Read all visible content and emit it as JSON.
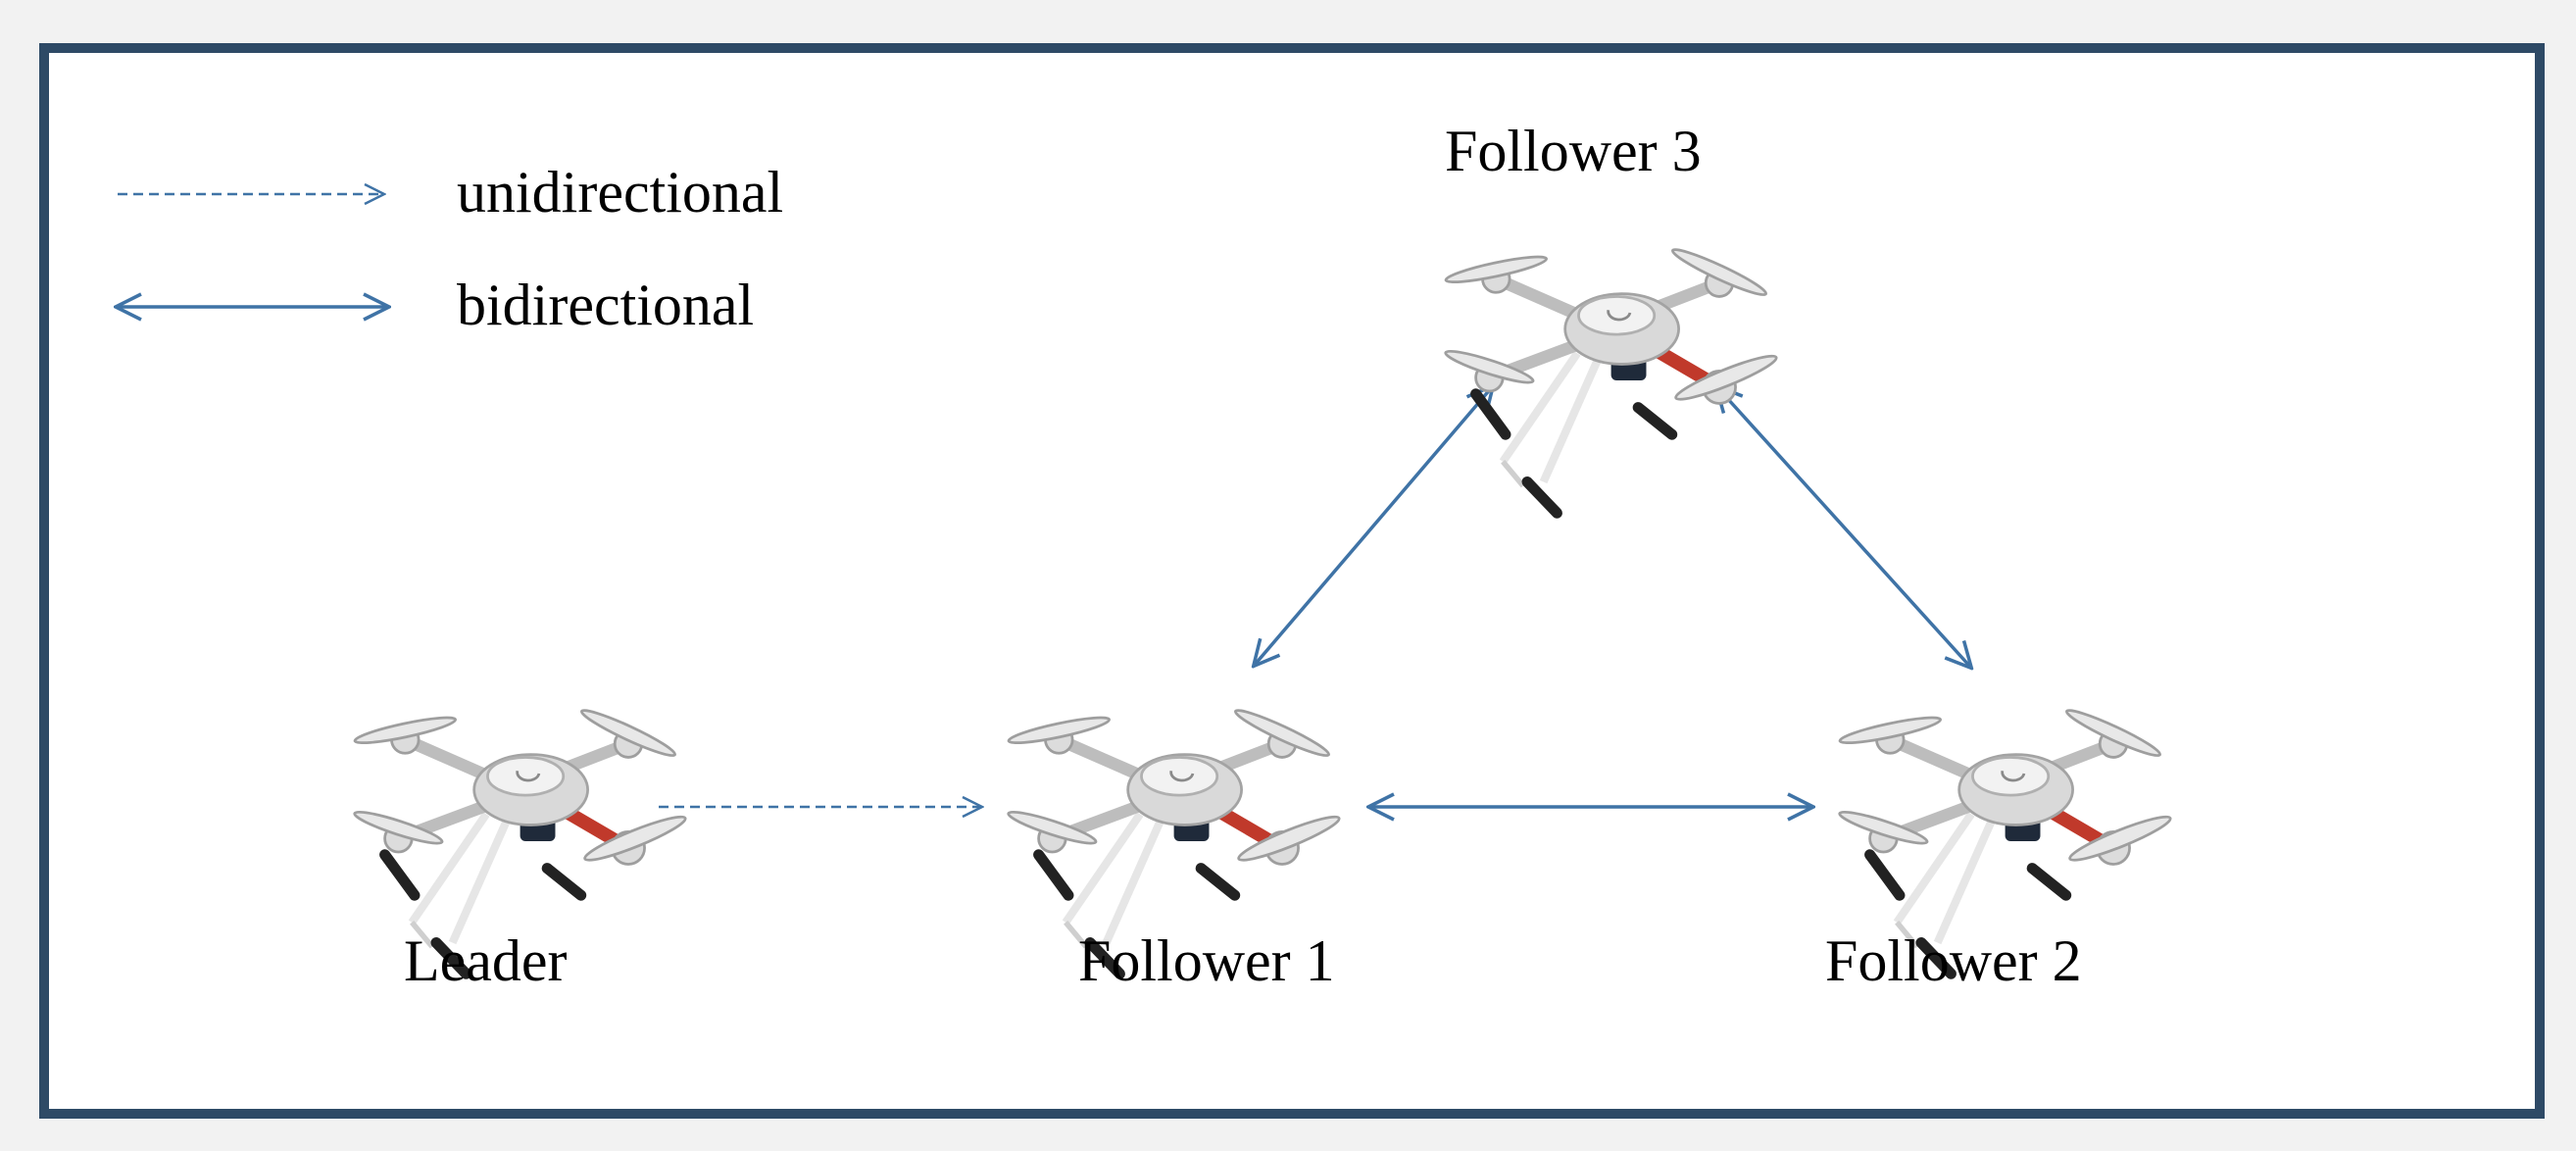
{
  "legend": {
    "unidirectional_label": "unidirectional",
    "bidirectional_label": "bidirectional"
  },
  "nodes": {
    "leader": "Leader",
    "follower1": "Follower 1",
    "follower2": "Follower 2",
    "follower3": "Follower 3"
  },
  "edges": [
    {
      "from": "leader",
      "to": "follower1",
      "type": "unidirectional"
    },
    {
      "from": "follower1",
      "to": "follower2",
      "type": "bidirectional"
    },
    {
      "from": "follower1",
      "to": "follower3",
      "type": "bidirectional"
    },
    {
      "from": "follower3",
      "to": "follower2",
      "type": "bidirectional"
    }
  ],
  "colors": {
    "border": "#2e4a66",
    "arrow": "#3f73a6",
    "drone_body": "#d8d8d8",
    "drone_arm": "#b9b9b9",
    "drone_accent": "#c0392b"
  }
}
